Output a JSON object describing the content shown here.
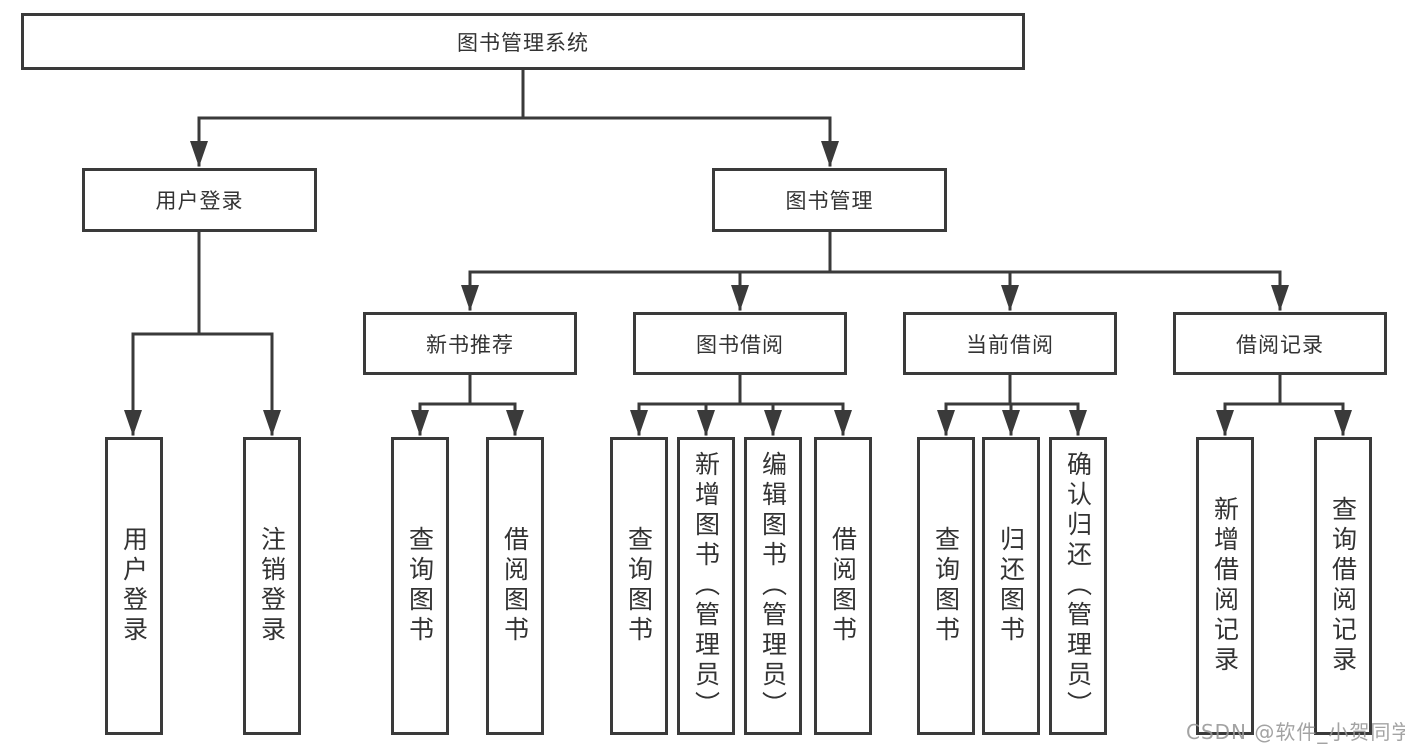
{
  "diagram": {
    "root_label": "图书管理系统",
    "level2": [
      {
        "label": "用户登录"
      },
      {
        "label": "图书管理"
      }
    ],
    "level3": [
      {
        "label": "新书推荐"
      },
      {
        "label": "图书借阅"
      },
      {
        "label": "当前借阅"
      },
      {
        "label": "借阅记录"
      }
    ],
    "leaves": {
      "user_login": [
        "用户登录",
        "注销登录"
      ],
      "new_book_recommend": [
        "查询图书",
        "借阅图书"
      ],
      "book_borrow": [
        "查询图书",
        "新增图书（管理员）",
        "编辑图书（管理员）",
        "借阅图书"
      ],
      "current_borrow": [
        "查询图书",
        "归还图书",
        "确认归还（管理员）"
      ],
      "borrow_records": [
        "新增借阅记录",
        "查询借阅记录"
      ]
    },
    "watermark": "CSDN @软件_小贺同学",
    "colors": {
      "line": "#3a3a3a",
      "text": "#333333",
      "watermark": "#969696",
      "background": "#ffffff"
    }
  }
}
